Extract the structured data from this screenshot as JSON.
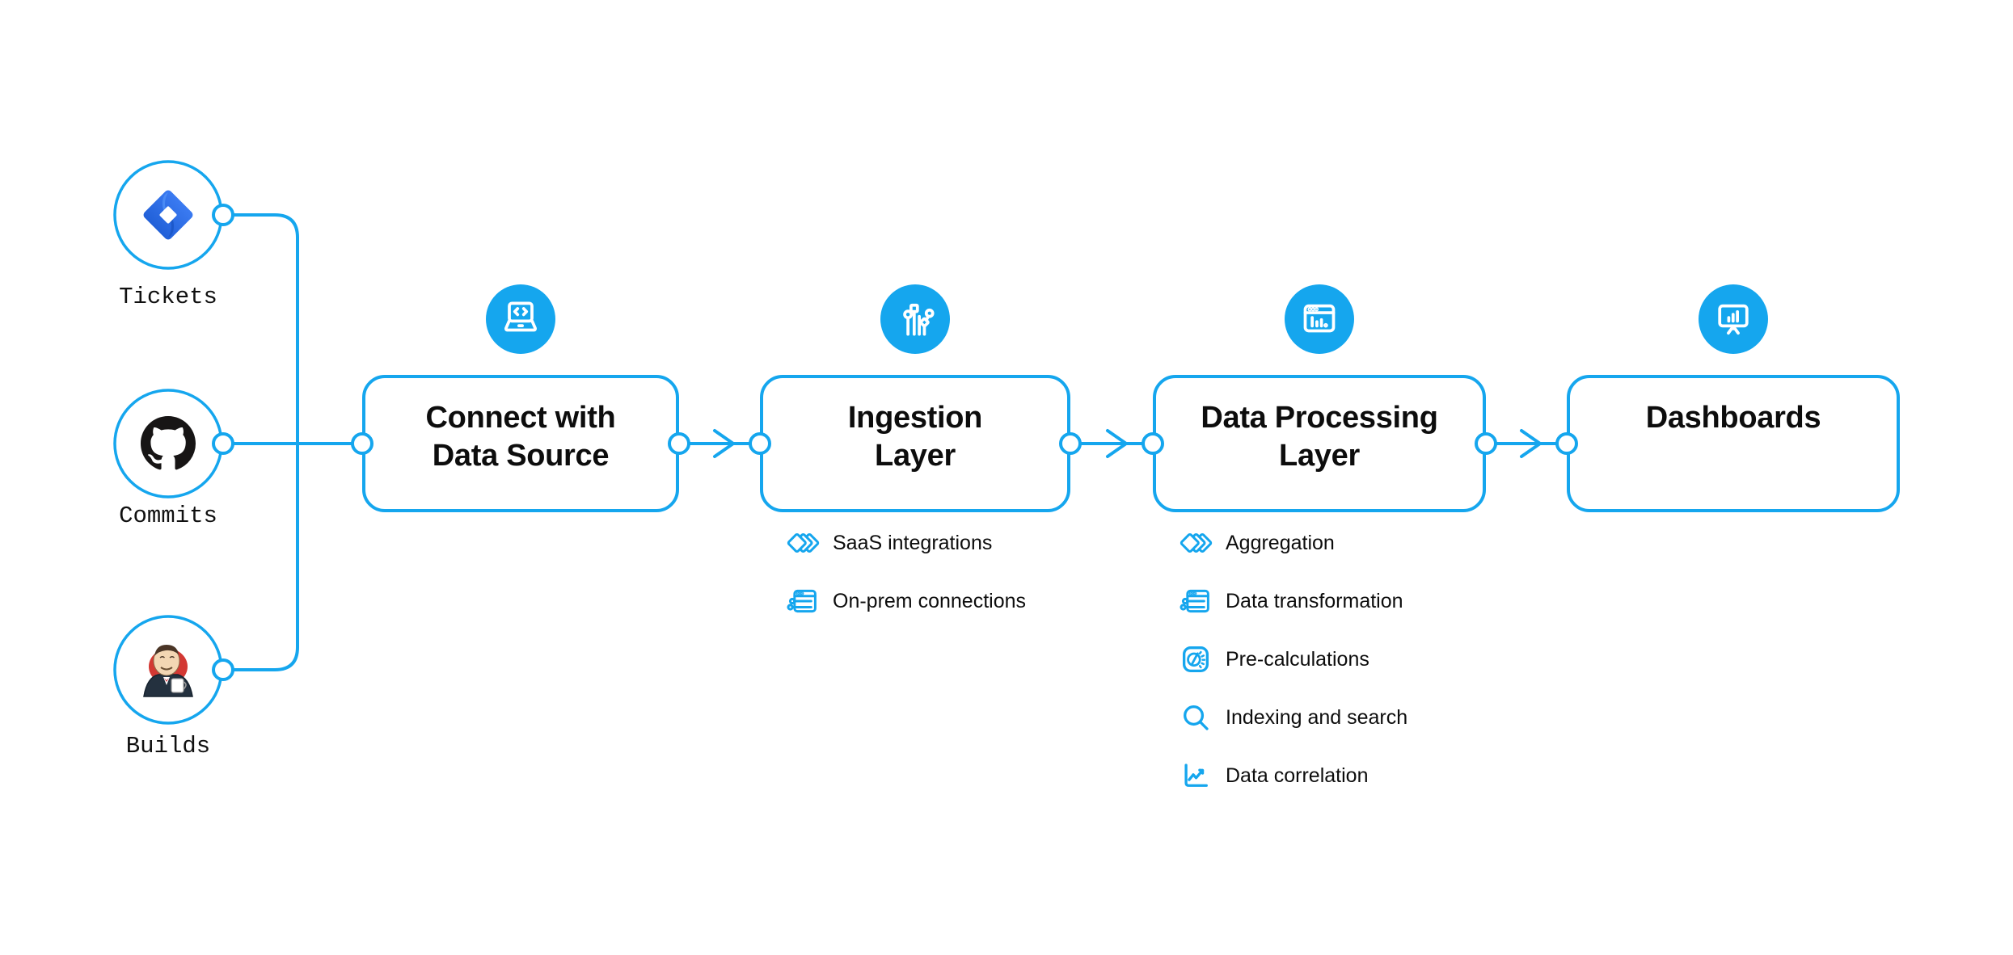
{
  "colors": {
    "accent": "#15a6ee",
    "text": "#0f0f0f",
    "jira_blue": "#2b6cf0",
    "github_black": "#171515",
    "jenkins_red": "#d33833"
  },
  "sources": [
    {
      "icon": "jira-icon",
      "label": "Tickets"
    },
    {
      "icon": "github-icon",
      "label": "Commits"
    },
    {
      "icon": "jenkins-icon",
      "label": "Builds"
    }
  ],
  "stages": [
    {
      "icon": "laptop-code-icon",
      "title": "Connect with\nData Source",
      "items": []
    },
    {
      "icon": "circuit-icon",
      "title": "Ingestion\nLayer",
      "items": [
        {
          "icon": "diamonds-icon",
          "label": "SaaS integrations"
        },
        {
          "icon": "window-sliders-icon",
          "label": "On-prem connections"
        }
      ]
    },
    {
      "icon": "window-chart-icon",
      "title": "Data Processing\nLayer",
      "items": [
        {
          "icon": "diamonds-icon",
          "label": "Aggregation"
        },
        {
          "icon": "window-sliders-icon",
          "label": "Data transformation"
        },
        {
          "icon": "gauge-icon",
          "label": "Pre-calculations"
        },
        {
          "icon": "search-icon",
          "label": "Indexing and search"
        },
        {
          "icon": "chart-line-icon",
          "label": "Data correlation"
        }
      ]
    },
    {
      "icon": "presentation-chart-icon",
      "title": "Dashboards",
      "items": []
    }
  ]
}
